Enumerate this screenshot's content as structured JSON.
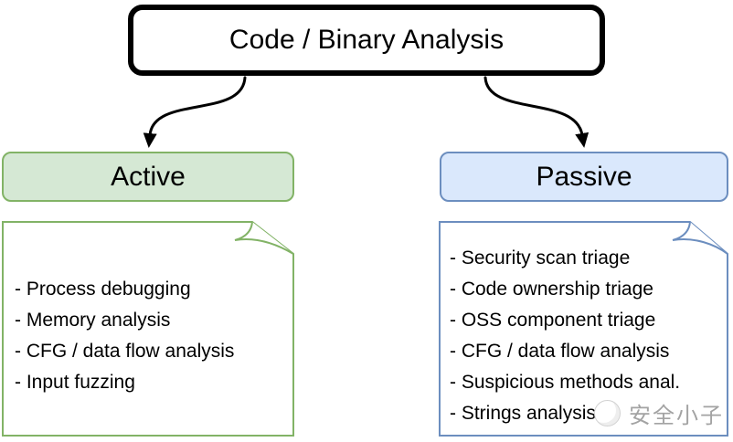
{
  "title": {
    "label": "Code / Binary Analysis"
  },
  "branches": {
    "active": {
      "label": "Active",
      "fill": "#d5e8d4",
      "stroke": "#82b366"
    },
    "passive": {
      "label": "Passive",
      "fill": "#dae8fc",
      "stroke": "#6c8ebf"
    }
  },
  "notes": {
    "active": {
      "items": [
        "- Process debugging",
        "- Memory analysis",
        "- CFG / data flow analysis",
        "- Input fuzzing"
      ]
    },
    "passive": {
      "items": [
        "- Security scan triage",
        "- Code ownership triage",
        "- OSS component triage",
        "- CFG / data flow analysis",
        "- Suspicious methods anal.",
        "- Strings analysis"
      ]
    }
  },
  "watermark": {
    "label": "安全小子",
    "color": "#a3a3a3"
  },
  "colors": {
    "title_stroke": "#000000",
    "arrow": "#000000",
    "active_stroke": "#82b366",
    "active_fill": "#d5e8d4",
    "passive_stroke": "#6c8ebf",
    "passive_fill": "#dae8fc",
    "note_fill": "#ffffff",
    "text": "#000000"
  }
}
